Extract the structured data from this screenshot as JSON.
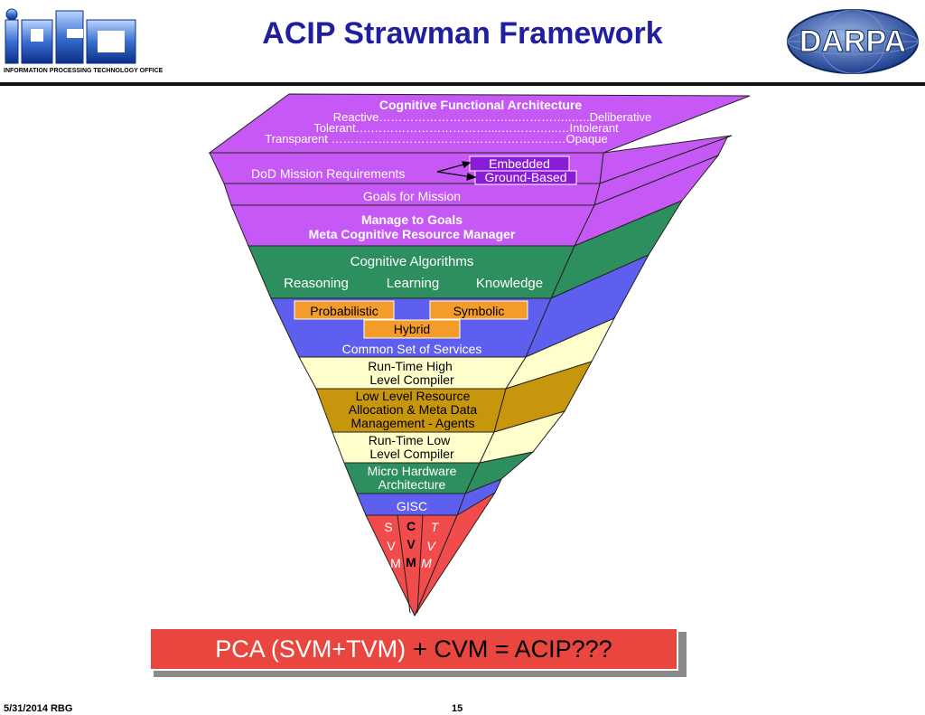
{
  "header": {
    "title": "ACIP Strawman Framework",
    "left_logo_caption": "INFORMATION PROCESSING TECHNOLOGY OFFICE",
    "left_logo_icon": "ipto-logo",
    "right_logo_text": "DARPA",
    "right_logo_icon": "darpa-globe-logo"
  },
  "pyramid": {
    "architecture": {
      "title": "Cognitive Functional Architecture",
      "line1": "Reactive……………………………...…………..…..Deliberative",
      "line2": "Tolerant….…………………………....…………...…Intolerant",
      "line3": "Transparent ……………………………………………………Opaque"
    },
    "mission": {
      "label": "DoD Mission Requirements",
      "embedded": "Embedded",
      "ground": "Ground-Based"
    },
    "goals": "Goals for Mission",
    "manage": {
      "line1": "Manage to Goals",
      "line2": "Meta Cognitive Resource Manager"
    },
    "algorithms": {
      "title": "Cognitive Algorithms",
      "reasoning": "Reasoning",
      "learning": "Learning",
      "knowledge": "Knowledge"
    },
    "services": {
      "probabilistic": "Probabilistic",
      "symbolic": "Symbolic",
      "hybrid": "Hybrid",
      "common": "Common Set of Services"
    },
    "rt_high": {
      "line1": "Run-Time High",
      "line2": "Level Compiler"
    },
    "low_level": {
      "line1": "Low Level Resource",
      "line2": "Allocation & Meta Data",
      "line3": "Management - Agents"
    },
    "rt_low": {
      "line1": "Run-Time Low",
      "line2": "Level Compiler"
    },
    "micro": {
      "line1": "Micro Hardware",
      "line2": "Architecture"
    },
    "gisc": "GISC",
    "vm": {
      "svm": [
        "S",
        "V",
        "M"
      ],
      "cvm": [
        "C",
        "V",
        "M"
      ],
      "tvm": [
        "T",
        "V",
        "M"
      ]
    },
    "colors": {
      "purple": "#c659f5",
      "green": "#2e8f5e",
      "blue": "#5f5fef",
      "cream": "#ffffcc",
      "gold": "#c8960c",
      "orange": "#f39c2a",
      "red": "#f24b4b"
    }
  },
  "equation": {
    "part1": "PCA (SVM+TVM)",
    "part2": "+ CVM = ACIP???"
  },
  "footer": {
    "date": "5/31/2014 RBG",
    "page": "15"
  }
}
